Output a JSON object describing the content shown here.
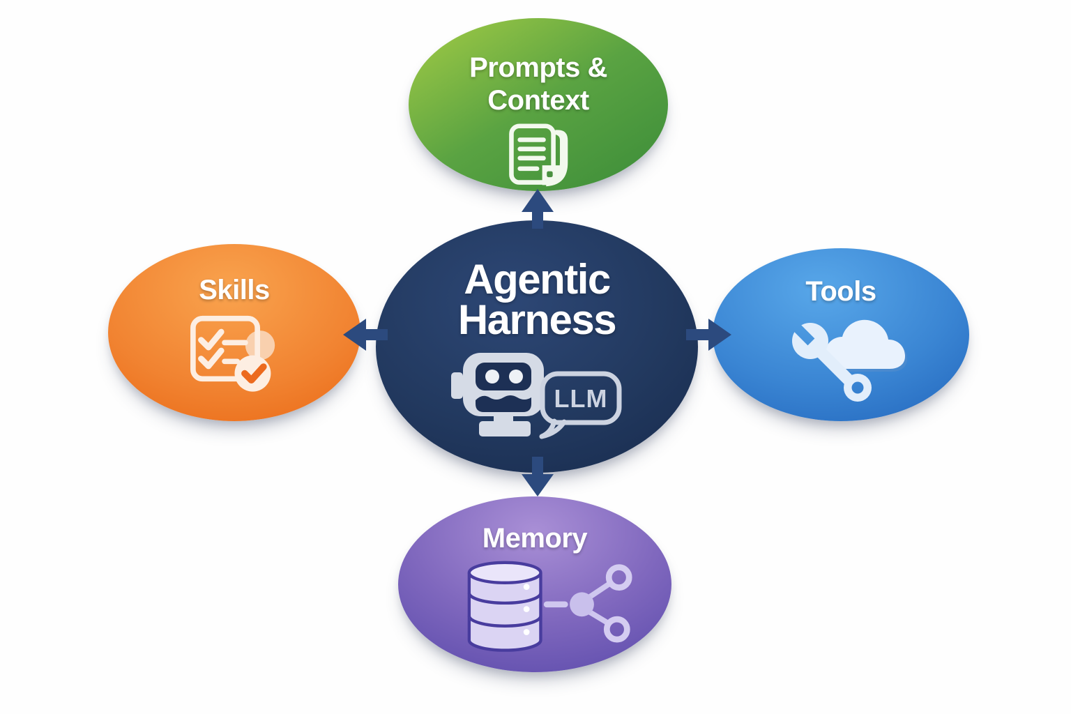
{
  "diagram": {
    "center": {
      "title_line1": "Agentic",
      "title_line2": "Harness",
      "bubble_text": "LLM",
      "icon": "robot-llm-icon",
      "color": "#22395f"
    },
    "nodes": {
      "prompts": {
        "label_line1": "Prompts &",
        "label_line2": "Context",
        "icon": "document-icon",
        "position": "top",
        "color": "#55a041"
      },
      "skills": {
        "label": "Skills",
        "icon": "checklist-icon",
        "position": "left",
        "color": "#f08331"
      },
      "tools": {
        "label": "Tools",
        "icon": "wrench-cloud-icon",
        "position": "right",
        "color": "#3a85d3"
      },
      "memory": {
        "label": "Memory",
        "icon": "database-network-icon",
        "position": "bottom",
        "color": "#8068be"
      }
    },
    "arrows": {
      "color": "#2c4a7e",
      "links": [
        "center-to-prompts",
        "center-to-skills",
        "center-to-tools",
        "center-to-memory"
      ]
    }
  }
}
